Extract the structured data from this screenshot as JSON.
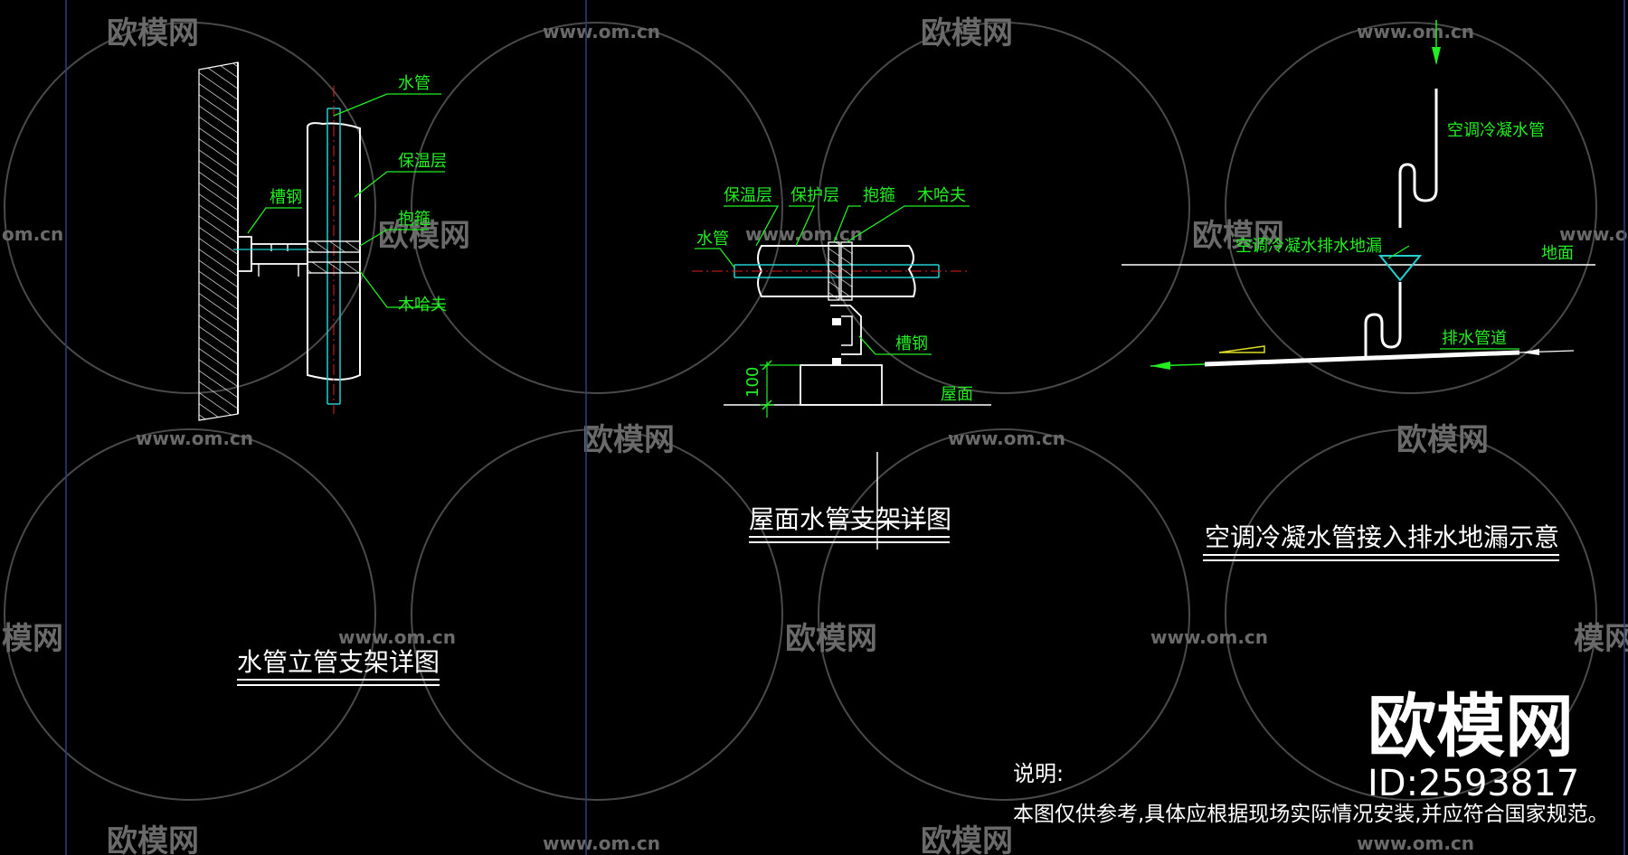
{
  "colors": {
    "background": "#000000",
    "label_green": "#22ee22",
    "line_white": "#ffffff",
    "center_red": "#e02020",
    "pipe_cyan": "#22d0d0",
    "viewport_blue": "#2a3f7a",
    "watermark_gray": "#6a6a6a"
  },
  "watermark": {
    "brand": "欧模网",
    "url": "www.om.cn",
    "url_partial": "om.cn",
    "brand_partial": "模网"
  },
  "drawing1": {
    "title": "水管立管支架详图",
    "labels": {
      "pipe": "水管",
      "insulation": "保温层",
      "channel_steel": "槽钢",
      "clamp": "抱箍",
      "wood_block": "木哈夫"
    }
  },
  "drawing2": {
    "title": "屋面水管支架详图",
    "labels": {
      "insulation": "保温层",
      "protection": "保护层",
      "clamp": "抱箍",
      "wood_block": "木哈夫",
      "pipe": "水管",
      "channel_steel": "槽钢",
      "roof": "屋面",
      "dimension": "100"
    }
  },
  "drawing3": {
    "title": "空调冷凝水管接入排水地漏示意",
    "labels": {
      "condensate_pipe": "空调冷凝水管",
      "floor_drain": "空调冷凝水排水地漏",
      "ground": "地面",
      "drain_pipe": "排水管道"
    }
  },
  "notes": {
    "heading": "说明:",
    "text": "本图仅供参考,具体应根据现场实际情况安装,并应符合国家规范。"
  },
  "brand_block": {
    "name": "欧模网",
    "id": "ID:2593817"
  }
}
